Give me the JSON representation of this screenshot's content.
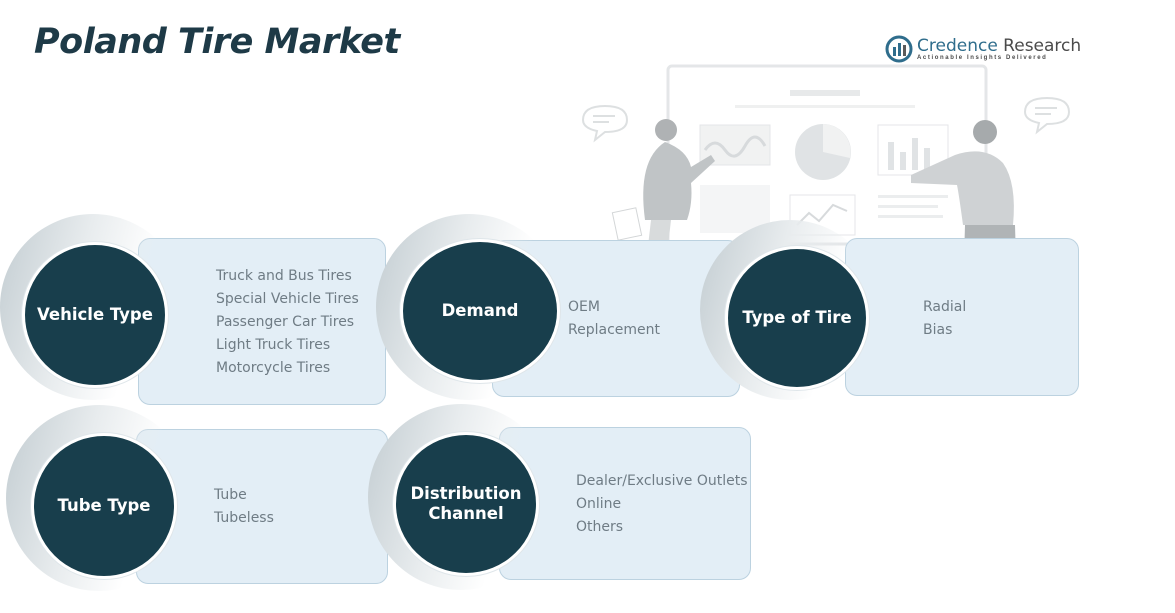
{
  "title": "Poland Tire Market",
  "logo": {
    "name_part1": "Credence",
    "name_part2": " Research",
    "tagline": "Actionable Insights Delivered"
  },
  "segments": {
    "vehicle_type": {
      "label": "Vehicle Type",
      "items": [
        "Truck and Bus Tires",
        "Special Vehicle Tires",
        "Passenger Car Tires",
        "Light Truck Tires",
        "Motorcycle Tires"
      ]
    },
    "demand": {
      "label": "Demand",
      "items": [
        "OEM",
        "Replacement"
      ]
    },
    "type_of_tire": {
      "label": "Type of Tire",
      "items": [
        "Radial",
        "Bias"
      ]
    },
    "tube_type": {
      "label": "Tube Type",
      "items": [
        "Tube",
        "Tubeless"
      ]
    },
    "distribution_channel": {
      "label": "Distribution\nChannel",
      "items": [
        "Dealer/Exclusive Outlets",
        "Online",
        "Others"
      ]
    }
  },
  "colors": {
    "disc": "#183e4c",
    "card": "#e3eef6",
    "title": "#1e3a47",
    "text": "#6f7c85"
  }
}
